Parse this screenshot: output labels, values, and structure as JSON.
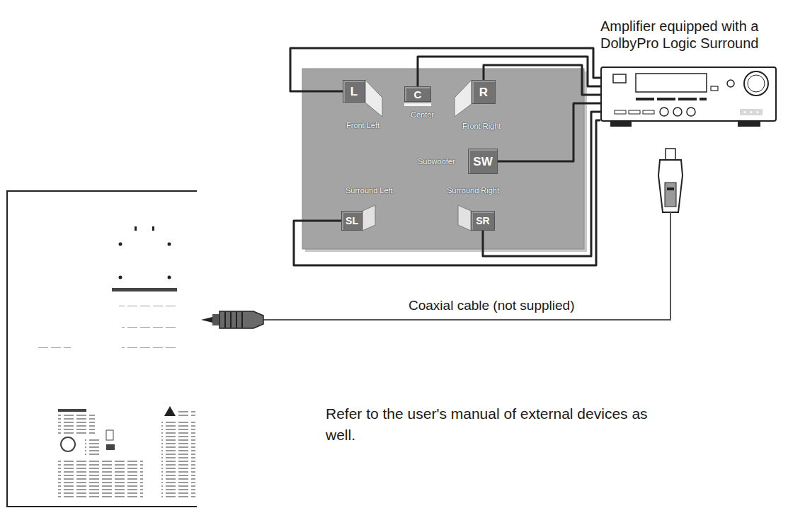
{
  "diagram": {
    "nodes": [
      {
        "text": [
          "Amplifier equipped with a DolbyPro Logic Surround"
        ]
      },
      {
        "text": [
          "L",
          "Front Left"
        ]
      },
      {
        "text": [
          "C",
          "Center"
        ]
      },
      {
        "text": [
          "R",
          "Front Right"
        ]
      },
      {
        "text": [
          "SW",
          "Subwoofer"
        ]
      },
      {
        "text": [
          "SL",
          "Surround Left"
        ]
      },
      {
        "text": [
          "SR",
          "Surround Right"
        ]
      }
    ],
    "edges": [
      {
        "from": 1,
        "to": 0,
        "arrow": "none"
      },
      {
        "from": 2,
        "to": 0,
        "arrow": "none"
      },
      {
        "from": 3,
        "to": 0,
        "arrow": "none"
      },
      {
        "from": 4,
        "to": 0,
        "arrow": "none"
      },
      {
        "from": 5,
        "to": 0,
        "arrow": "none"
      },
      {
        "from": 6,
        "to": 0,
        "arrow": "none"
      }
    ],
    "labels": [
      "Coaxial cable (not supplied)",
      "Refer to the user's manual of external devices as well."
    ]
  }
}
